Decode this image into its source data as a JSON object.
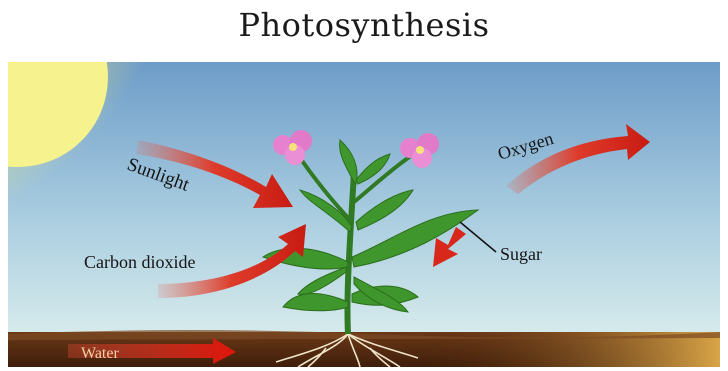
{
  "title": "Photosynthesis",
  "labels": {
    "sunlight": "Sunlight",
    "carbon_dioxide": "Carbon dioxide",
    "oxygen": "Oxygen",
    "sugar": "Sugar",
    "water": "Water"
  },
  "colors": {
    "sky_top": "#6f9ec9",
    "sky_bottom": "#cfe3e9",
    "sun": "#f6f08a",
    "soil": "#5a2f12",
    "arrow": "#d3261c",
    "leaf": "#3f8f2c",
    "flower": "#e07ac9"
  }
}
